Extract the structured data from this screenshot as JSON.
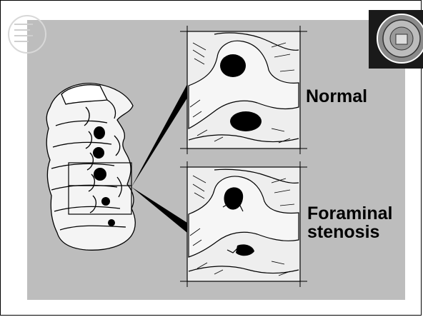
{
  "labels": {
    "normal": "Normal",
    "stenosis_line1": "Foraminal",
    "stenosis_line2": "stenosis"
  },
  "colors": {
    "slide_bg": "#bdbdbd",
    "ink": "#000000",
    "bone": "#f4f4f4",
    "frame": "#000000"
  },
  "icons": {
    "seal": "university-seal-icon",
    "logo": "faded-logo-icon"
  }
}
